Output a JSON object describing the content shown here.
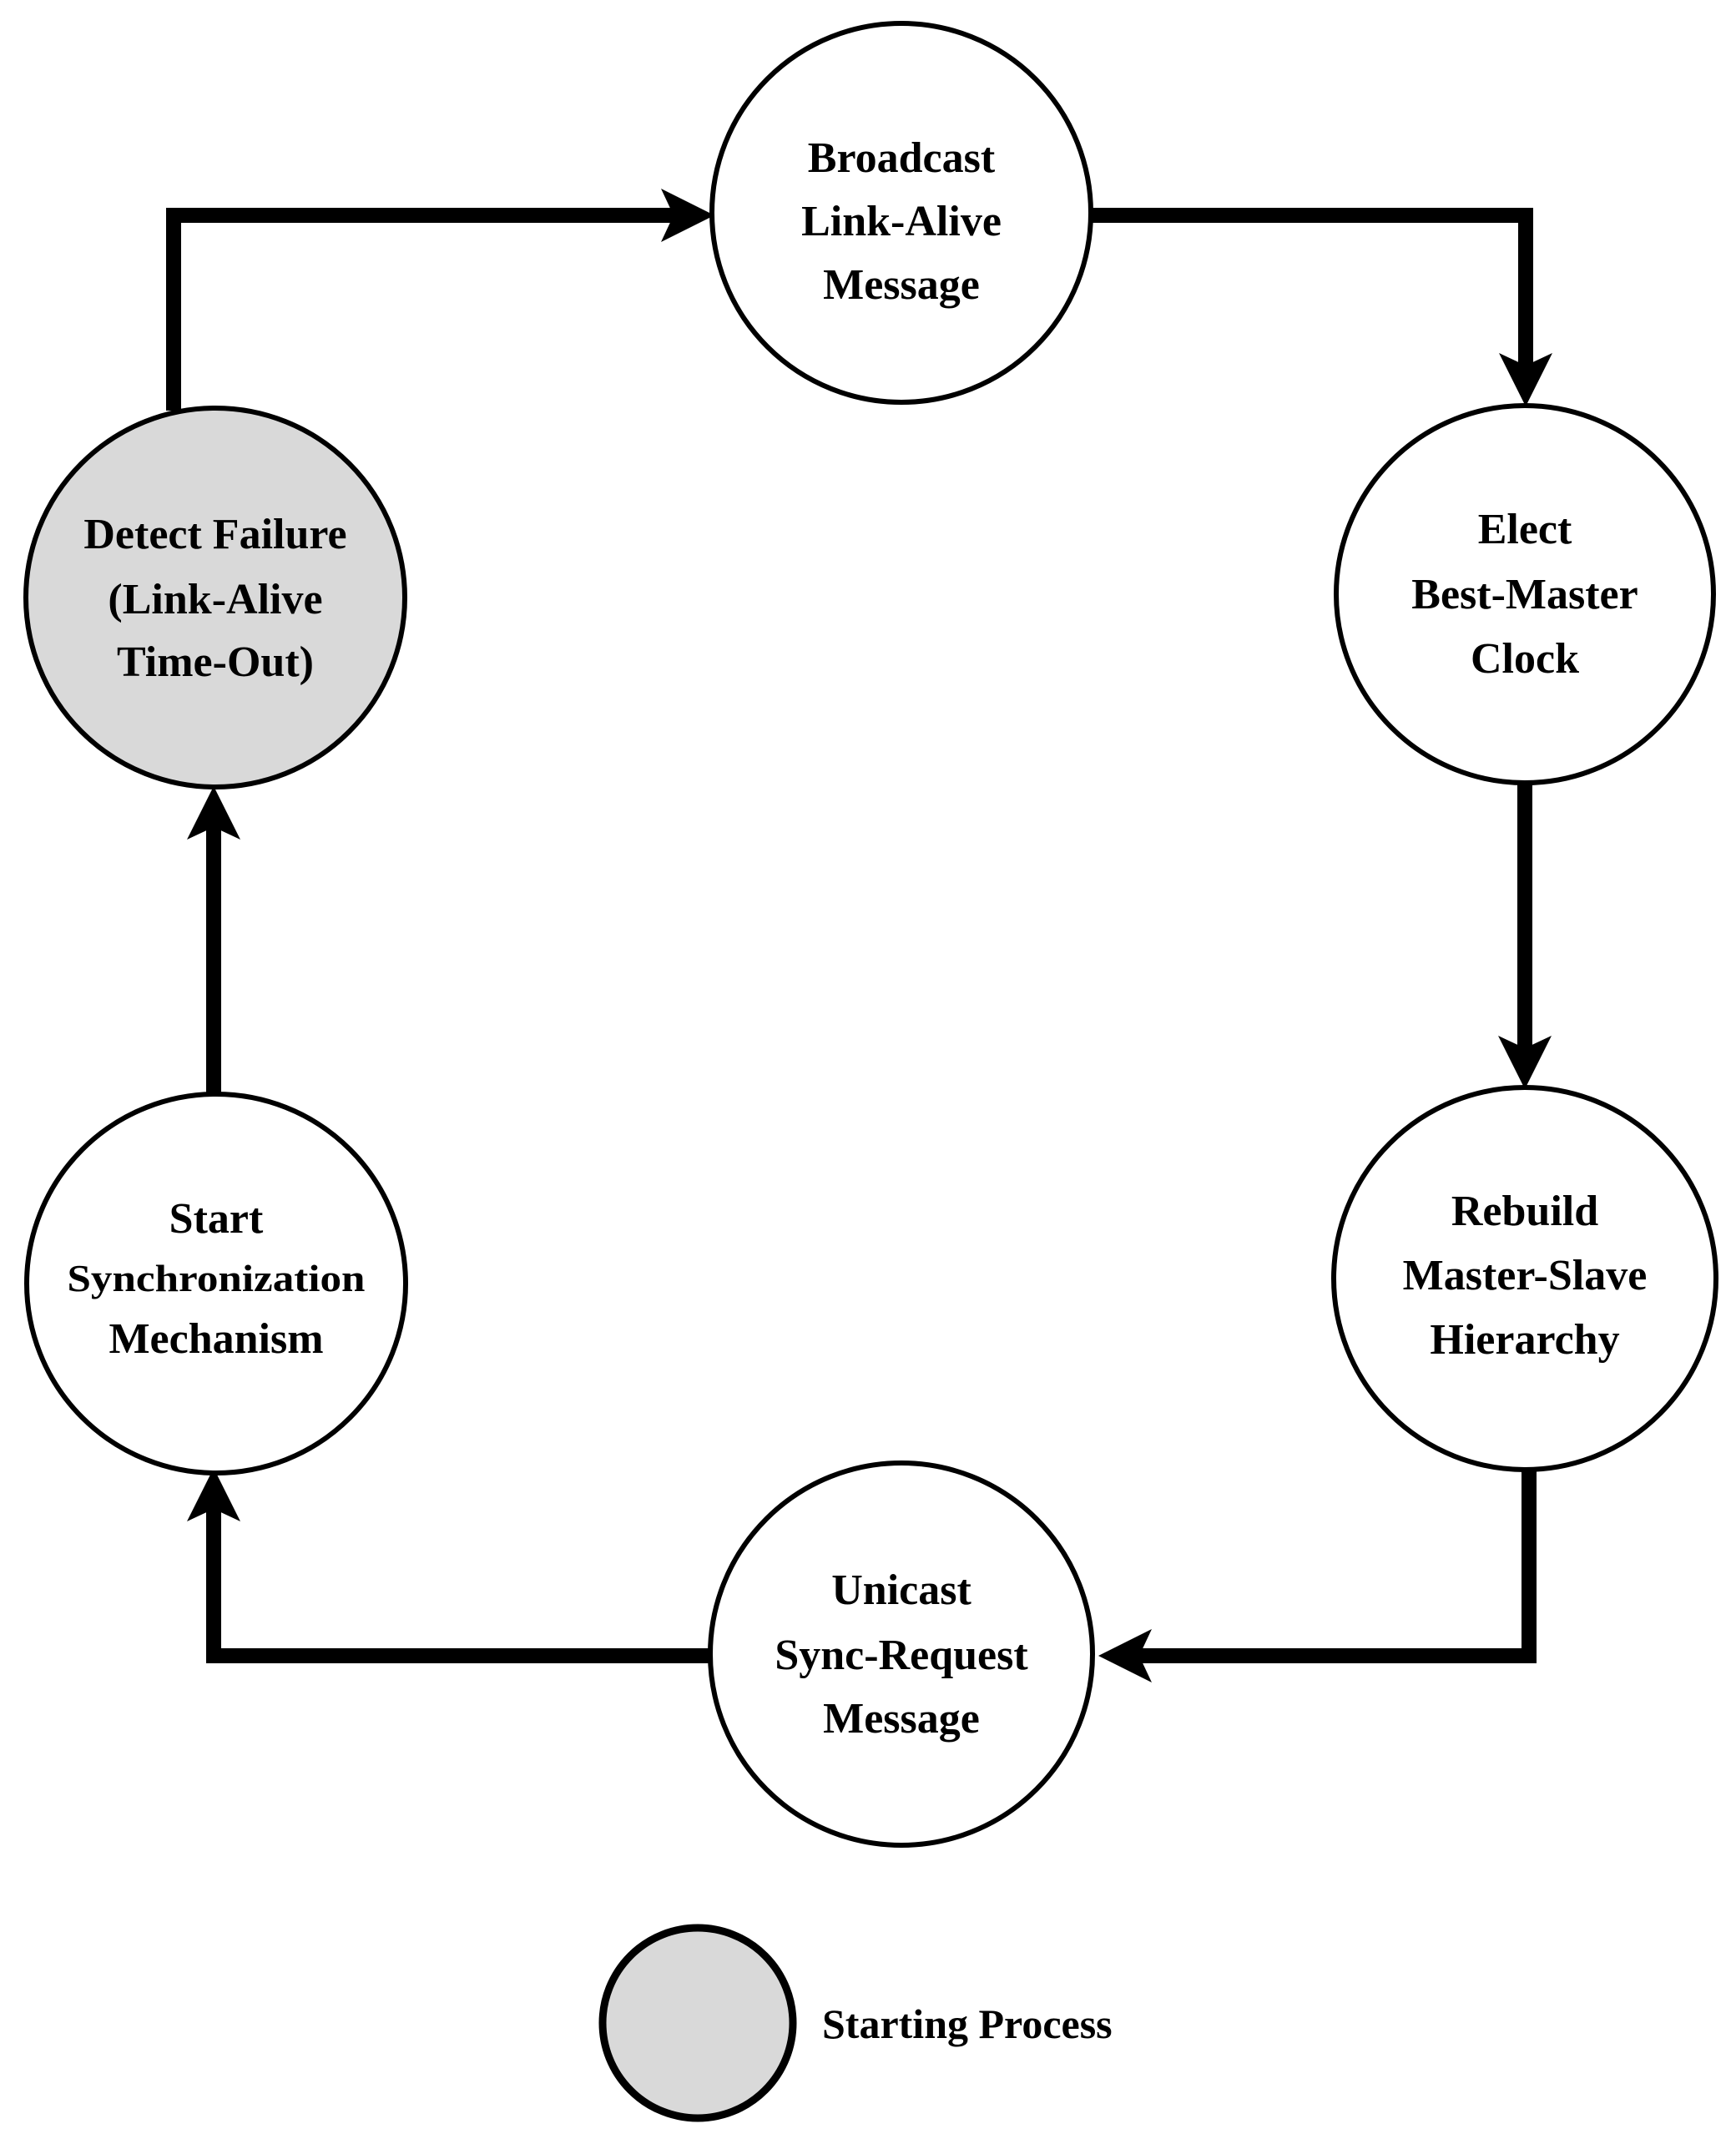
{
  "colors": {
    "node_fill": "#ffffff",
    "starting_fill": "#d9d9d9",
    "stroke": "#000000",
    "text": "#000000"
  },
  "nodes": {
    "broadcast": {
      "lines": [
        "Broadcast",
        "Link-Alive",
        "Message"
      ]
    },
    "elect": {
      "lines": [
        "Elect",
        "Best-Master",
        "Clock"
      ]
    },
    "rebuild": {
      "lines": [
        "Rebuild",
        "Master-Slave",
        "Hierarchy"
      ]
    },
    "unicast": {
      "lines": [
        "Unicast",
        "Sync-Request",
        "Message"
      ]
    },
    "start": {
      "lines": [
        "Start",
        "Synchronization",
        "Mechanism"
      ]
    },
    "detect": {
      "lines": [
        "Detect Failure",
        "(Link-Alive",
        "Time-Out)"
      ]
    }
  },
  "edges": [
    {
      "from": "detect",
      "to": "broadcast"
    },
    {
      "from": "broadcast",
      "to": "elect"
    },
    {
      "from": "elect",
      "to": "rebuild"
    },
    {
      "from": "rebuild",
      "to": "unicast"
    },
    {
      "from": "unicast",
      "to": "start"
    },
    {
      "from": "start",
      "to": "detect"
    }
  ],
  "legend": {
    "label": "Starting Process"
  }
}
